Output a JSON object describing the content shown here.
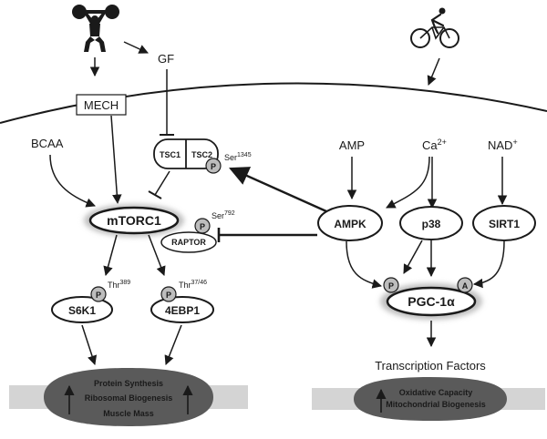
{
  "labels": {
    "gf": "GF",
    "mech": "MECH",
    "bcaa": "BCAA",
    "amp": "AMP",
    "ca": "Ca",
    "ca_sup": "2+",
    "nad": "NAD",
    "nad_sup": "+",
    "transcription": "Transcription Factors"
  },
  "nodes": {
    "tsc1": "TSC1",
    "tsc2": "TSC2",
    "mtorc1": "mTORC1",
    "raptor": "RAPTOR",
    "ampk": "AMPK",
    "p38": "p38",
    "sirt1": "SIRT1",
    "s6k1": "S6K1",
    "ebp1": "4EBP1",
    "pgc": "PGC-1α"
  },
  "phospho": {
    "p": "P",
    "a": "A",
    "ser1345": "Ser",
    "ser1345_sup": "1345",
    "ser792": "Ser",
    "ser792_sup": "792",
    "thr389": "Thr",
    "thr389_sup": "389",
    "thr3746": "Thr",
    "thr3746_sup": "37/46"
  },
  "outcomes_left": [
    "Protein Synthesis",
    "Ribosomal Biogenesis",
    "Muscle Mass"
  ],
  "outcomes_right": [
    "Oxidative Capacity",
    "Mitochondrial Biogenesis"
  ],
  "colors": {
    "ink": "#1a1a1a",
    "halo": "#b8b8b8",
    "band": "#d4d4d4",
    "muscle": "#5a5a5a",
    "phospho_fill": "#bdbdbd"
  }
}
